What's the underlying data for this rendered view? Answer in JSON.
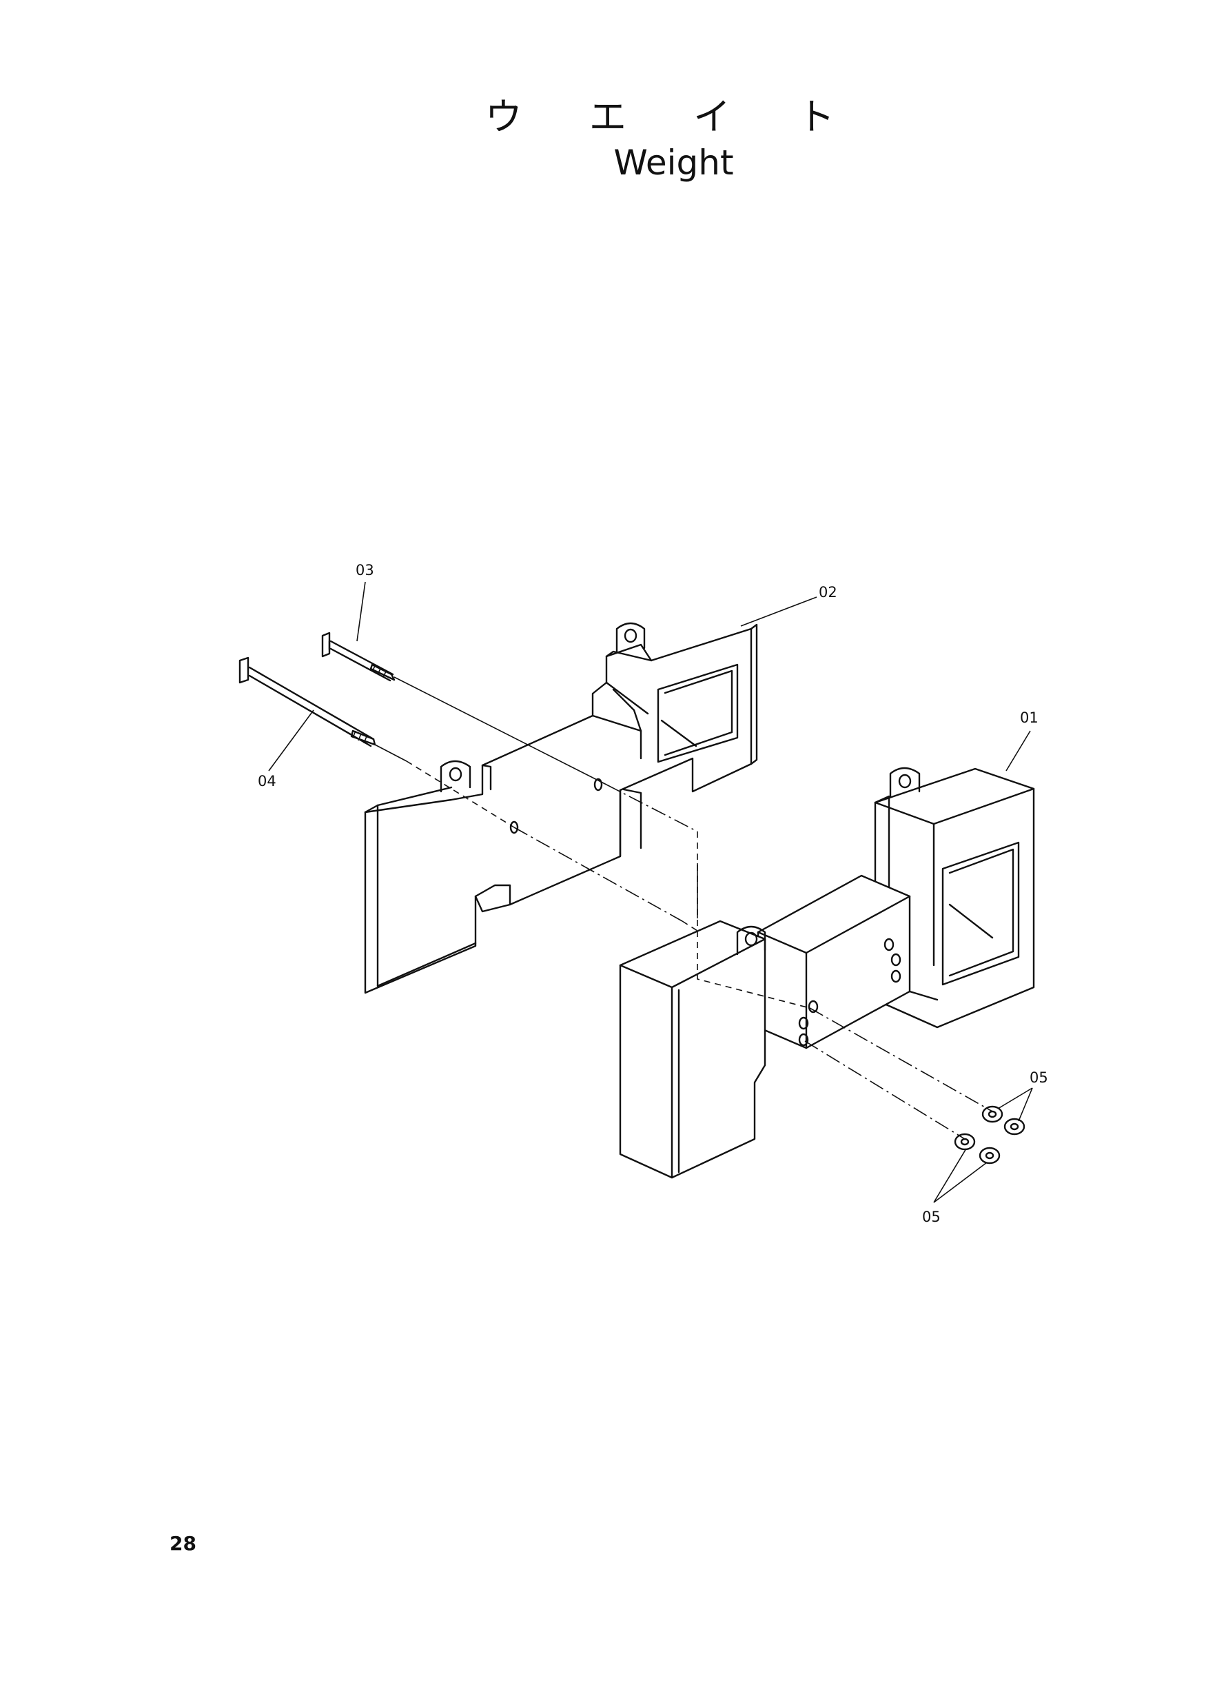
{
  "title": {
    "japanese": "ウ エ イ ト",
    "english": "Weight"
  },
  "callouts": [
    "01",
    "02",
    "03",
    "04",
    "05",
    "05"
  ],
  "page_number": "28"
}
